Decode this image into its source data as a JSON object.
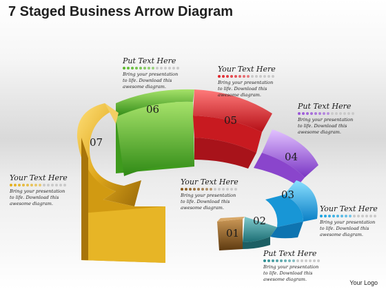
{
  "title": "7 Staged Business Arrow Diagram",
  "logo": "Your Logo",
  "stages": [
    {
      "label": "01",
      "color": "#8a5a1c"
    },
    {
      "label": "02",
      "color": "#2e8f94"
    },
    {
      "label": "03",
      "color": "#1aa3e0"
    },
    {
      "label": "04",
      "color": "#9a55d8"
    },
    {
      "label": "05",
      "color": "#e0262c"
    },
    {
      "label": "06",
      "color": "#5ab82a"
    },
    {
      "label": "07",
      "color": "#e4b01d"
    }
  ],
  "text_boxes": [
    {
      "heading": "Put Text Here",
      "body": [
        "Bring your presentation",
        "to life. Download this",
        "awesome diagram."
      ],
      "dot_color": "#5ab82a"
    },
    {
      "heading": "Your Text Here",
      "body": [
        "Bring your presentation",
        "to life. Download this",
        "awesome diagram."
      ],
      "dot_color": "#e0262c"
    },
    {
      "heading": "Put Text Here",
      "body": [
        "Bring your presentation",
        "to life. Download this",
        "awesome diagram."
      ],
      "dot_color": "#9a55d8"
    },
    {
      "heading": "Your Text Here",
      "body": [
        "Bring your presentation",
        "to life. Download this",
        "awesome diagram."
      ],
      "dot_color": "#e4b01d"
    },
    {
      "heading": "Your Text Here",
      "body": [
        "Bring your presentation",
        "to life. Download this",
        "awesome diagram."
      ],
      "dot_color": "#8a5a1c"
    },
    {
      "heading": "Your Text Here",
      "body": [
        "Bring your presentation",
        "to life. Download this",
        "awesome diagram."
      ],
      "dot_color": "#1aa3e0"
    },
    {
      "heading": "Put Text Here",
      "body": [
        "Bring your presentation",
        "to life. Download this",
        "awesome diagram."
      ],
      "dot_color": "#2e8f94"
    }
  ]
}
